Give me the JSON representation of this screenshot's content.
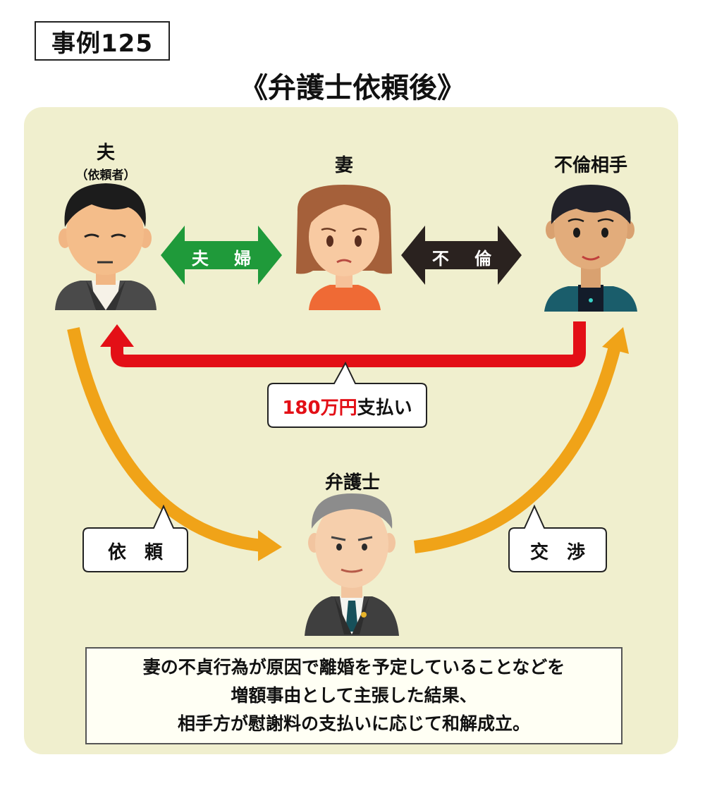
{
  "case_label": "事例125",
  "title": "《弁護士依頼後》",
  "people": {
    "husband": {
      "name": "夫",
      "sub": "（依頼者）"
    },
    "wife": {
      "name": "妻"
    },
    "partner": {
      "name": "不倫相手"
    },
    "lawyer": {
      "name": "弁護士"
    }
  },
  "arrows": {
    "couple": "夫 婦",
    "affair": "不 倫"
  },
  "bubbles": {
    "payment_amount": "180万円",
    "payment_suffix": "支払い",
    "request": "依　頼",
    "negotiate": "交　渉"
  },
  "summary": {
    "line1": "妻の不貞行為が原因で離婚を予定していることなどを",
    "line2": "増額事由として主張した結果、",
    "line3": "相手方が慰謝料の支払いに応じて和解成立。"
  },
  "colors": {
    "panel": "#f0efce",
    "green": "#1f9a3a",
    "black_arrow": "#2a221f",
    "red": "#e30f16",
    "orange": "#f0a318",
    "amount": "#e30f16"
  }
}
